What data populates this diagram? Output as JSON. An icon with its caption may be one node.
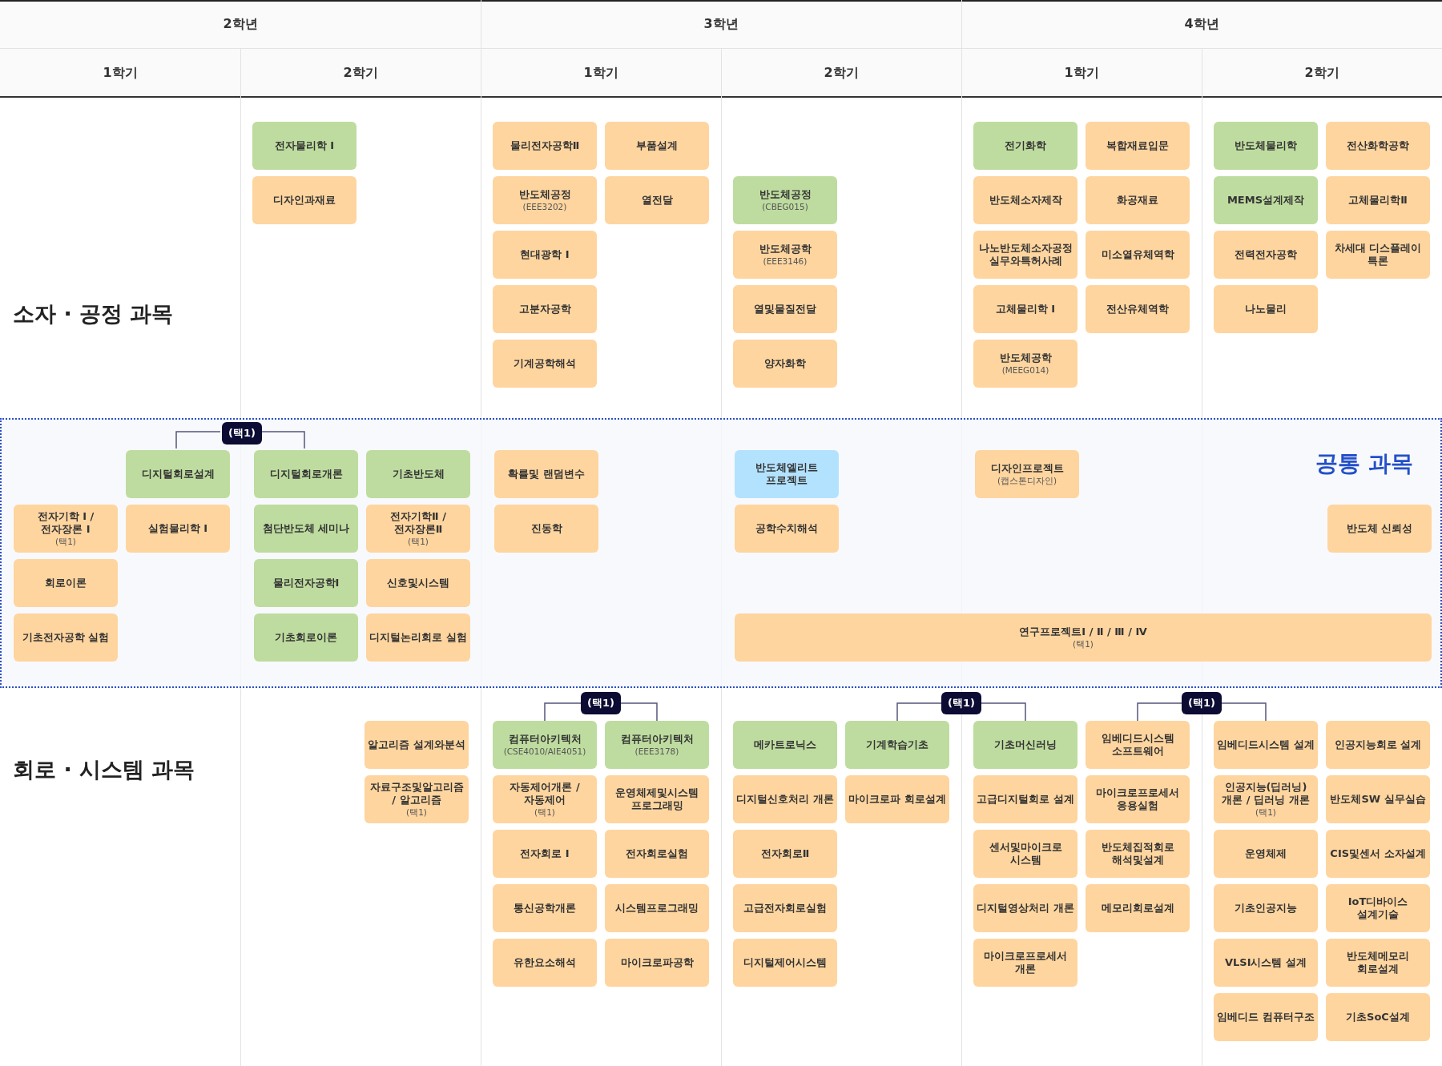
{
  "diagram": {
    "nodes": [
      {
        "text": [
          "전자물리학 Ⅰ"
        ]
      },
      {
        "text": [
          "디자인과재료"
        ]
      },
      {
        "text": [
          "물리전자공학Ⅱ"
        ]
      },
      {
        "text": [
          "부품설계"
        ]
      },
      {
        "text": [
          "반도체공정",
          "(EEE3202)"
        ]
      },
      {
        "text": [
          "열전달"
        ]
      },
      {
        "text": [
          "현대광학 Ⅰ"
        ]
      },
      {
        "text": [
          "고분자공학"
        ]
      },
      {
        "text": [
          "기계공학해석"
        ]
      },
      {
        "text": [
          "반도체공정",
          "(CBEG015)"
        ]
      },
      {
        "text": [
          "반도체공학",
          "(EEE3146)"
        ]
      },
      {
        "text": [
          "열및물질전달"
        ]
      },
      {
        "text": [
          "양자화학"
        ]
      },
      {
        "text": [
          "전기화학"
        ]
      },
      {
        "text": [
          "복합재료입문"
        ]
      },
      {
        "text": [
          "반도체소자제작"
        ]
      },
      {
        "text": [
          "화공재료"
        ]
      },
      {
        "text": [
          "나노반도체소자공정 실무와특허사례"
        ]
      },
      {
        "text": [
          "미소열유체역학"
        ]
      },
      {
        "text": [
          "고체물리학 Ⅰ"
        ]
      },
      {
        "text": [
          "전산유체역학"
        ]
      },
      {
        "text": [
          "반도체공학",
          "(MEEG014)"
        ]
      },
      {
        "text": [
          "반도체물리학"
        ]
      },
      {
        "text": [
          "전산화학공학"
        ]
      },
      {
        "text": [
          "MEMS설계제작"
        ]
      },
      {
        "text": [
          "고체물리학Ⅱ"
        ]
      },
      {
        "text": [
          "전력전자공학"
        ]
      },
      {
        "text": [
          "차세대 디스플레이 특론"
        ]
      },
      {
        "text": [
          "나노물리"
        ]
      },
      {
        "text": [
          "공통 과목"
        ]
      },
      {
        "text": [
          "(택1)"
        ],
        "in": 29
      },
      {
        "text": [
          "디지털회로설계"
        ],
        "in": 29
      },
      {
        "text": [
          "디지털회로개론"
        ],
        "in": 29
      },
      {
        "text": [
          "기초반도체"
        ],
        "in": 29
      },
      {
        "text": [
          "확률및 랜덤변수"
        ],
        "in": 29
      },
      {
        "text": [
          "반도체엘리트 프로젝트"
        ],
        "in": 29
      },
      {
        "text": [
          "디자인프로젝트",
          "(캡스톤디자인)"
        ],
        "in": 29
      },
      {
        "text": [
          "전자기학 Ⅰ / 전자장론 Ⅰ",
          "(택1)"
        ],
        "in": 29
      },
      {
        "text": [
          "실험물리학 Ⅰ"
        ],
        "in": 29
      },
      {
        "text": [
          "첨단반도체 세미나"
        ],
        "in": 29
      },
      {
        "text": [
          "전자기학Ⅱ / 전자장론Ⅱ",
          "(택1)"
        ],
        "in": 29
      },
      {
        "text": [
          "진동학"
        ],
        "in": 29
      },
      {
        "text": [
          "공학수치해석"
        ],
        "in": 29
      },
      {
        "text": [
          "반도체 신뢰성"
        ],
        "in": 29
      },
      {
        "text": [
          "회로이론"
        ],
        "in": 29
      },
      {
        "text": [
          "물리전자공학I"
        ],
        "in": 29
      },
      {
        "text": [
          "신호및시스템"
        ],
        "in": 29
      },
      {
        "text": [
          "기초전자공학 실험"
        ],
        "in": 29
      },
      {
        "text": [
          "기초회로이론"
        ],
        "in": 29
      },
      {
        "text": [
          "디지털논리회로 실험"
        ],
        "in": 29
      },
      {
        "text": [
          "연구프로젝트Ⅰ / Ⅱ / Ⅲ / Ⅳ",
          "(택1)"
        ],
        "in": 29
      },
      {
        "text": [
          "(택1)"
        ]
      },
      {
        "text": [
          "(택1)"
        ]
      },
      {
        "text": [
          "(택1)"
        ]
      },
      {
        "text": [
          "알고리즘 설계와분석"
        ]
      },
      {
        "text": [
          "컴퓨터아키텍처",
          "(CSE4010/AIE4051)"
        ]
      },
      {
        "text": [
          "컴퓨터아키텍처",
          "(EEE3178)"
        ]
      },
      {
        "text": [
          "메카트로닉스"
        ]
      },
      {
        "text": [
          "기계학습기초"
        ]
      },
      {
        "text": [
          "기초머신러닝"
        ]
      },
      {
        "text": [
          "임베디드시스템 소프트웨어"
        ]
      },
      {
        "text": [
          "임베디드시스템 설계"
        ]
      },
      {
        "text": [
          "인공지능회로 설계"
        ]
      },
      {
        "text": [
          "자료구조및알고리즘 / 알고리즘",
          "(택1)"
        ]
      },
      {
        "text": [
          "자동제어개론 / 자동제어",
          "(택1)"
        ]
      },
      {
        "text": [
          "운영체제및시스템 프로그래밍"
        ]
      },
      {
        "text": [
          "디지털신호처리 개론"
        ]
      },
      {
        "text": [
          "마이크로파 회로설계"
        ]
      },
      {
        "text": [
          "고급디지털회로 설계"
        ]
      },
      {
        "text": [
          "마이크로프로세서 응용실험"
        ]
      },
      {
        "text": [
          "인공지능(딥러닝)개론 / 딥러닝 개론",
          "(택1)"
        ]
      },
      {
        "text": [
          "반도체SW 실무실습"
        ]
      },
      {
        "text": [
          "전자회로 Ⅰ"
        ]
      },
      {
        "text": [
          "전자회로실험"
        ]
      },
      {
        "text": [
          "전자회로Ⅱ"
        ]
      },
      {
        "text": [
          "센서및마이크로 시스템"
        ]
      },
      {
        "text": [
          "반도체집적회로 해석및설계"
        ]
      },
      {
        "text": [
          "운영체제"
        ]
      },
      {
        "text": [
          "CIS및센서 소자설계"
        ]
      },
      {
        "text": [
          "통신공학개론"
        ]
      },
      {
        "text": [
          "시스템프로그래밍"
        ]
      },
      {
        "text": [
          "고급전자회로실험"
        ]
      },
      {
        "text": [
          "디지털영상처리 개론"
        ]
      },
      {
        "text": [
          "메모리회로설계"
        ]
      },
      {
        "text": [
          "기초인공지능"
        ]
      },
      {
        "text": [
          "IoT디바이스 설계기술"
        ]
      },
      {
        "text": [
          "유한요소해석"
        ]
      },
      {
        "text": [
          "마이크로파공학"
        ]
      },
      {
        "text": [
          "디지털제어시스템"
        ]
      },
      {
        "text": [
          "마이크로프로세서 개론"
        ]
      },
      {
        "text": [
          "VLSI시스템 설계"
        ]
      },
      {
        "text": [
          "반도체메모리 회로설계"
        ]
      },
      {
        "text": [
          "임베디드 컴퓨터구조"
        ]
      },
      {
        "text": [
          "기초SoC설계"
        ]
      }
    ],
    "edges": [
      {
        "from": 30,
        "to": 31,
        "arrow": "none"
      },
      {
        "from": 30,
        "to": 32,
        "arrow": "none"
      },
      {
        "from": 51,
        "to": 55,
        "arrow": "none"
      },
      {
        "from": 51,
        "to": 56,
        "arrow": "none"
      },
      {
        "from": 52,
        "to": 58,
        "arrow": "none"
      },
      {
        "from": 52,
        "to": 59,
        "arrow": "none"
      },
      {
        "from": 53,
        "to": 60,
        "arrow": "none"
      },
      {
        "from": 53,
        "to": 61,
        "arrow": "none"
      }
    ],
    "labels": [
      "2학년",
      "3학년",
      "4학년",
      "1학기",
      "2학기",
      "1학기",
      "2학기",
      "1학기",
      "2학기",
      "소자 · 공정 과목",
      "회로 · 시스템 과목"
    ]
  }
}
